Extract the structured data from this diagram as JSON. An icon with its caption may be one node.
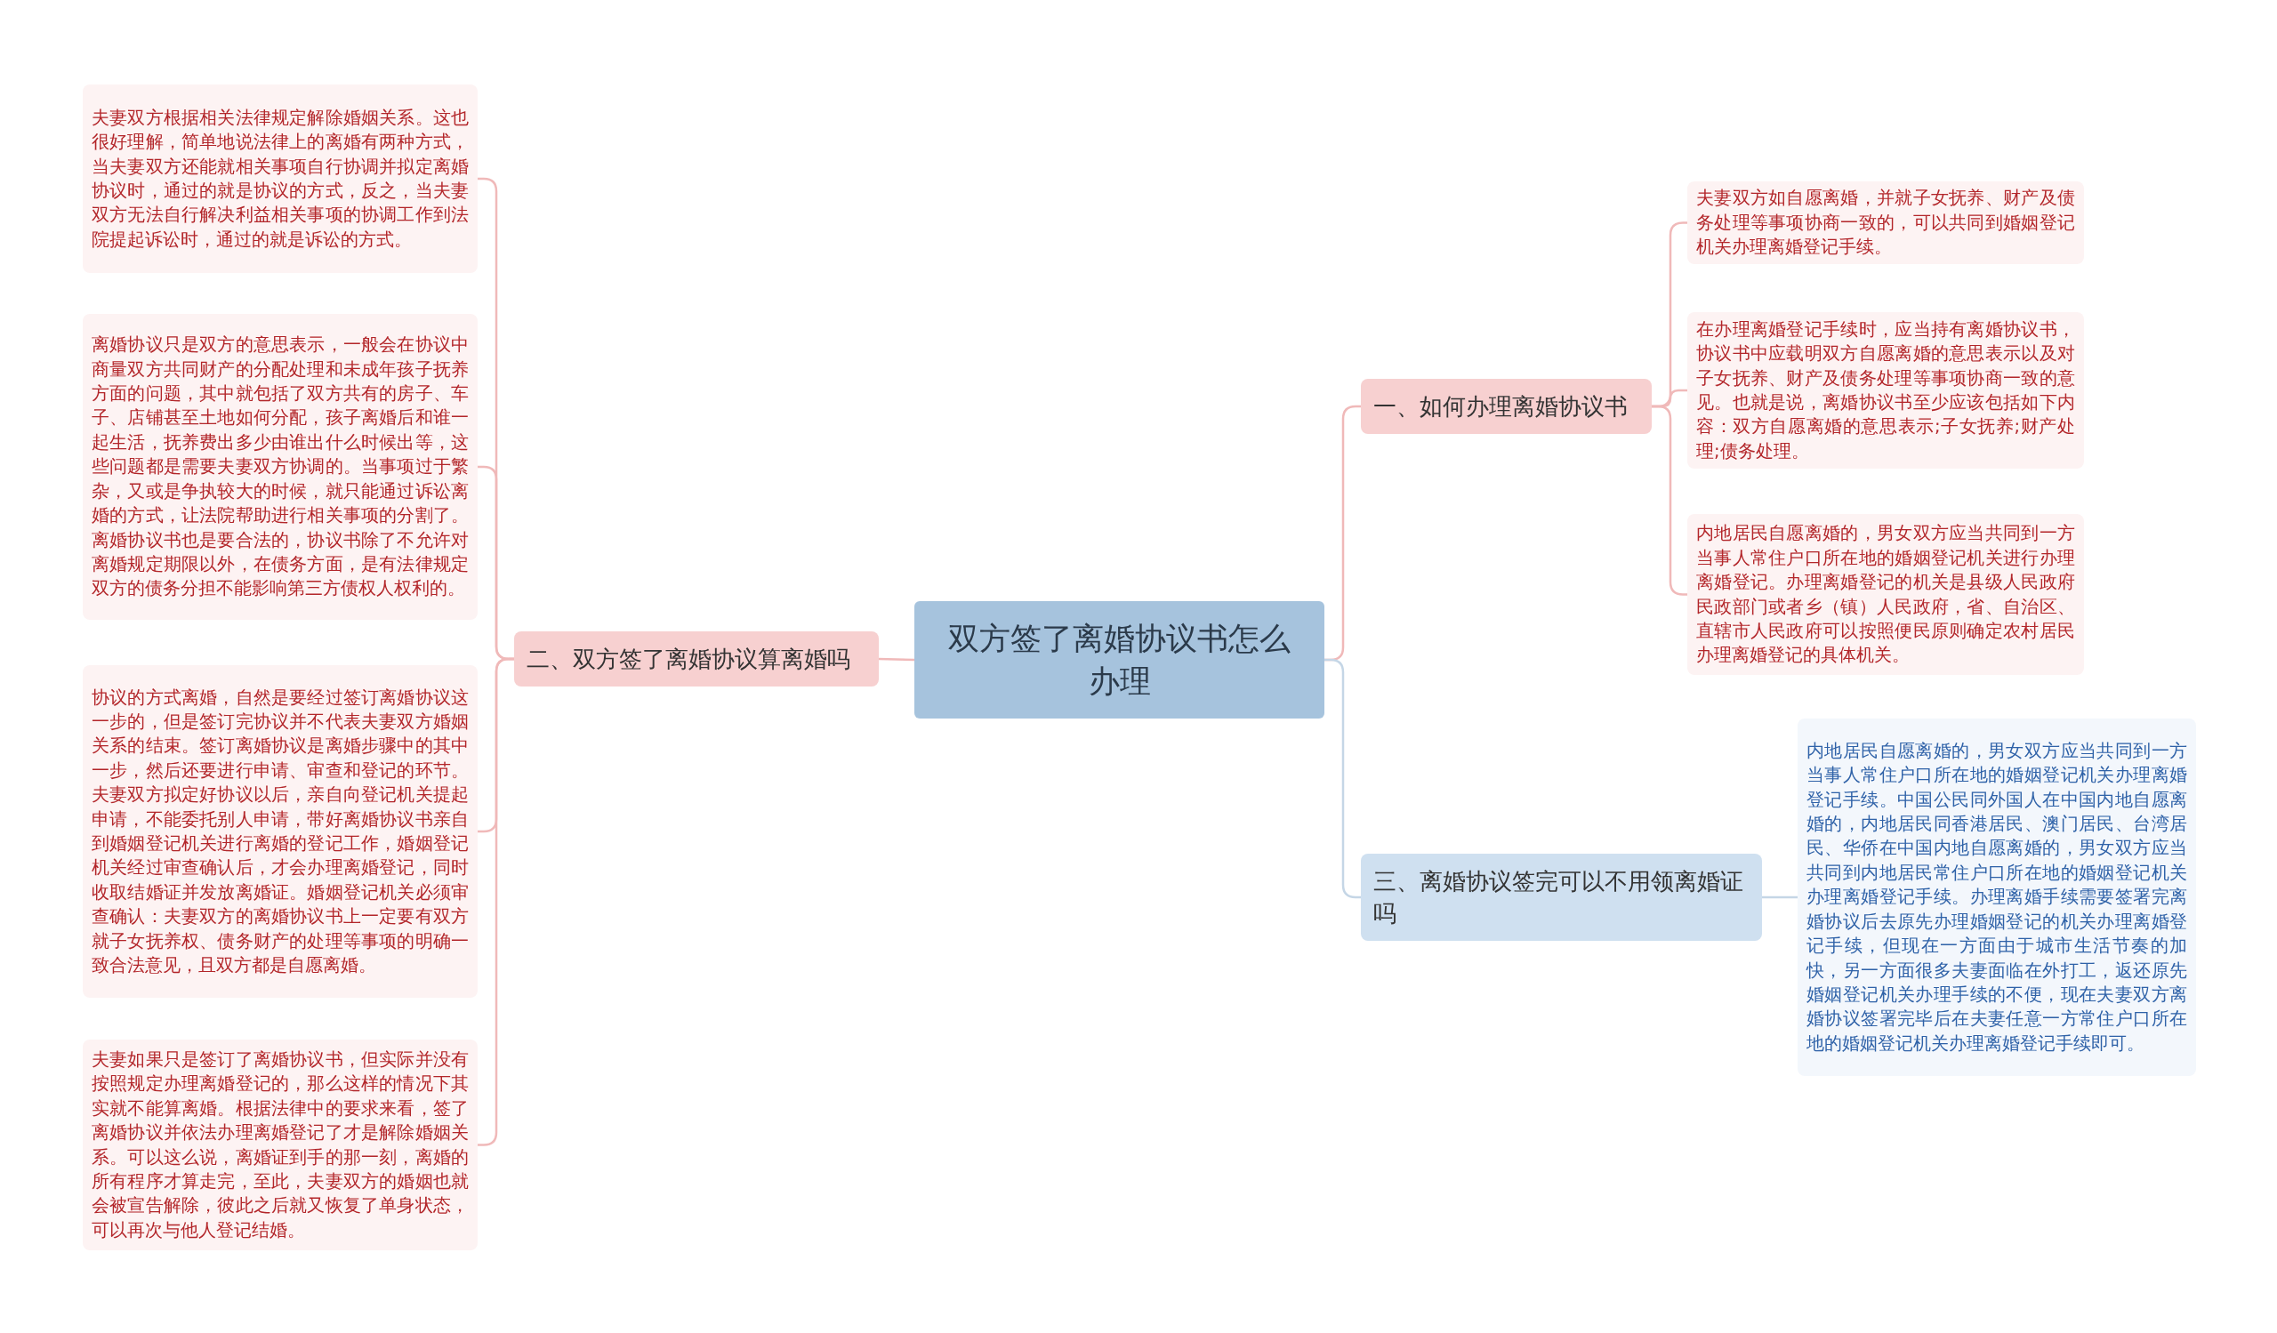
{
  "diagram": {
    "nodes": [
      {
        "text": [
          "双方签了离婚协议书怎么办理"
        ]
      },
      {
        "text": [
          "一、如何办理离婚协议书"
        ]
      },
      {
        "text": [
          "夫妻双方如自愿离婚，并就子女抚养、财产及债务处理等事项协商一致的，可以共同到婚姻登记机关办理离婚登记手续。"
        ]
      },
      {
        "text": [
          "在办理离婚登记手续时，应当持有离婚协议书，协议书中应载明双方自愿离婚的意思表示以及对子女抚养、财产及债务处理等事项协商一致的意见。也就是说，离婚协议书至少应该包括如下内容：双方自愿离婚的意思表示;子女抚养;财产处理;债务处理。"
        ]
      },
      {
        "text": [
          "内地居民自愿离婚的，男女双方应当共同到一方当事人常住户口所在地的婚姻登记机关进行办理离婚登记。办理离婚登记的机关是县级人民政府民政部门或者乡（镇）人民政府，省、自治区、直辖市人民政府可以按照便民原则确定农村居民办理离婚登记的具体机关。"
        ]
      },
      {
        "text": [
          "二、双方签了离婚协议算离婚吗"
        ]
      },
      {
        "text": [
          "夫妻双方根据相关法律规定解除婚姻关系。这也很好理解，简单地说法律上的离婚有两种方式，当夫妻双方还能就相关事项自行协调并拟定离婚协议时，通过的就是协议的方式，反之，当夫妻双方无法自行解决利益相关事项的协调工作到法院提起诉讼时，通过的就是诉讼的方式。"
        ]
      },
      {
        "text": [
          "离婚协议只是双方的意思表示，一般会在协议中商量双方共同财产的分配处理和未成年孩子抚养方面的问题，其中就包括了双方共有的房子、车子、店铺甚至土地如何分配，孩子离婚后和谁一起生活，抚养费出多少由谁出什么时候出等，这些问题都是需要夫妻双方协调的。当事项过于繁杂，又或是争执较大的时候，就只能通过诉讼离婚的方式，让法院帮助进行相关事项的分割了。离婚协议书也是要合法的，协议书除了不允许对离婚规定期限以外，在债务方面，是有法律规定双方的债务分担不能影响第三方债权人权利的。"
        ]
      },
      {
        "text": [
          "协议的方式离婚，自然是要经过签订离婚协议这一步的，但是签订完协议并不代表夫妻双方婚姻关系的结束。签订离婚协议是离婚步骤中的其中一步，然后还要进行申请、审查和登记的环节。夫妻双方拟定好协议以后，亲自向登记机关提起申请，不能委托别人申请，带好离婚协议书亲自到婚姻登记机关进行离婚的登记工作，婚姻登记机关经过审查确认后，才会办理离婚登记，同时收取结婚证并发放离婚证。婚姻登记机关必须审查确认：夫妻双方的离婚协议书上一定要有双方就子女抚养权、债务财产的处理等事项的明确一致合法意见，且双方都是自愿离婚。"
        ]
      },
      {
        "text": [
          "夫妻如果只是签订了离婚协议书，但实际并没有按照规定办理离婚登记的，那么这样的情况下其实就不能算离婚。根据法律中的要求来看，签了离婚协议并依法办理离婚登记了才是解除婚姻关系。可以这么说，离婚证到手的那一刻，离婚的所有程序才算走完，至此，夫妻双方的婚姻也就会被宣告解除，彼此之后就又恢复了单身状态，可以再次与他人登记结婚。"
        ]
      },
      {
        "text": [
          "三、离婚协议签完可以不用领离婚证吗"
        ]
      },
      {
        "text": [
          "内地居民自愿离婚的，男女双方应当共同到一方当事人常住户口所在地的婚姻登记机关办理离婚登记手续。中国公民同外国人在中国内地自愿离婚的，内地居民同香港居民、澳门居民、台湾居民、华侨在中国内地自愿离婚的，男女双方应当共同到内地居民常住户口所在地的婚姻登记机关办理离婚登记手续。办理离婚手续需要签署完离婚协议后去原先办理婚姻登记的机关办理离婚登记手续，但现在一方面由于城市生活节奏的加快，另一方面很多夫妻面临在外打工，返还原先婚姻登记机关办理手续的不便，现在夫妻双方离婚协议签署完毕后在夫妻任意一方常住户口所在地的婚姻登记机关办理离婚登记手续即可。"
        ]
      }
    ],
    "edges": [
      {
        "from": 0,
        "to": 1,
        "arrow": "none"
      },
      {
        "from": 1,
        "to": 2,
        "arrow": "none"
      },
      {
        "from": 1,
        "to": 3,
        "arrow": "none"
      },
      {
        "from": 1,
        "to": 4,
        "arrow": "none"
      },
      {
        "from": 0,
        "to": 5,
        "arrow": "none"
      },
      {
        "from": 5,
        "to": 6,
        "arrow": "none"
      },
      {
        "from": 5,
        "to": 7,
        "arrow": "none"
      },
      {
        "from": 5,
        "to": 8,
        "arrow": "none"
      },
      {
        "from": 5,
        "to": 9,
        "arrow": "none"
      },
      {
        "from": 0,
        "to": 10,
        "arrow": "none",
        "color": "#c5d6e6"
      },
      {
        "from": 10,
        "to": 11,
        "arrow": "none",
        "color": "#c5d6e6"
      }
    ]
  }
}
